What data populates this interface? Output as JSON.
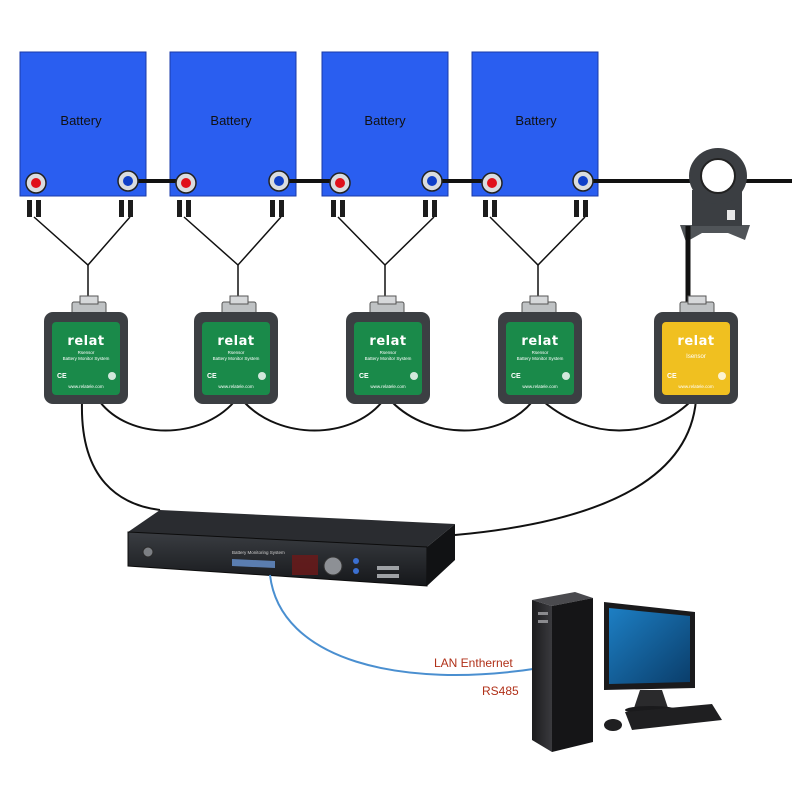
{
  "batteries": [
    {
      "label": "Battery"
    },
    {
      "label": "Battery"
    },
    {
      "label": "Battery"
    },
    {
      "label": "Battery"
    }
  ],
  "modules": [
    {
      "brand": "relat",
      "line1": "Rsensor",
      "line2": "Battery Monitor System",
      "url": "www.relatele.com",
      "ce": "CE",
      "color": "#1a8a4a"
    },
    {
      "brand": "relat",
      "line1": "Rsensor",
      "line2": "Battery Monitor System",
      "url": "www.relatele.com",
      "ce": "CE",
      "color": "#1a8a4a"
    },
    {
      "brand": "relat",
      "line1": "Rsensor",
      "line2": "Battery Monitor System",
      "url": "www.relatele.com",
      "ce": "CE",
      "color": "#1a8a4a"
    },
    {
      "brand": "relat",
      "line1": "Rsensor",
      "line2": "Battery Monitor System",
      "url": "www.relatele.com",
      "ce": "CE",
      "color": "#1a8a4a"
    }
  ],
  "current_module": {
    "brand": "relat",
    "line1": "Isensor",
    "url": "www.relatele.com",
    "ce": "CE",
    "color": "#f0c020"
  },
  "controller": {
    "label": "Battery Monitoring System"
  },
  "links": {
    "lan": "LAN Enthernet",
    "rs485": "RS485"
  },
  "colors": {
    "battery": "#2a5ef0",
    "wire": "#111111",
    "network": "#4a8fd0",
    "label": "#b03018"
  }
}
